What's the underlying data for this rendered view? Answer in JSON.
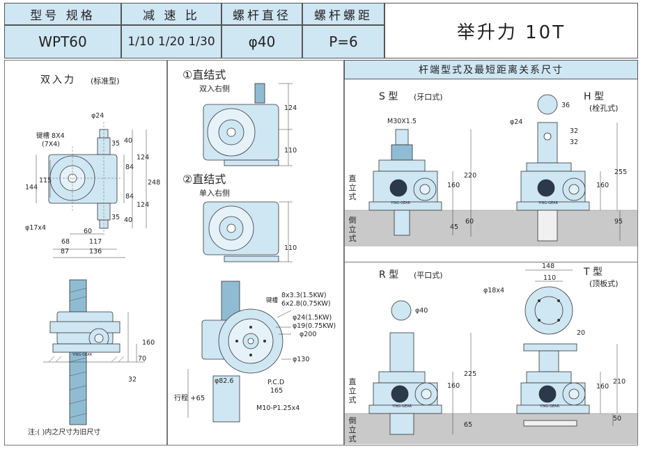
{
  "header": {
    "model_label": "型号 规格",
    "ratio_label": "减 速 比",
    "dia_label": "螺杆直径",
    "pitch_label": "螺杆螺距",
    "model_value": "WPT60",
    "ratio_value": "1/10 1/20 1/30",
    "dia_value": "φ40",
    "pitch_value": "P=6",
    "lift_title": "举升力 10T"
  },
  "left": {
    "title": "双入力",
    "title_sub": "(标准型)",
    "keyway": "键槽 8X4",
    "keyway_old": "(7X4)",
    "dims": [
      "φ24",
      "40",
      "35",
      "124",
      "115",
      "144",
      "84",
      "248",
      "84",
      "124",
      "40",
      "35",
      "φ17x4",
      "60",
      "68",
      "117",
      "87",
      "136",
      "160",
      "70",
      "32"
    ],
    "note": "注:( )内之尺寸为旧尺寸"
  },
  "middle": {
    "type1": "①直结式",
    "type1_sub": "双入右侧",
    "type2": "②直结式",
    "type2_sub": "单入右侧",
    "dims": [
      "124",
      "110",
      "110"
    ],
    "motor": {
      "keyway_label": "键槽",
      "keyway1": "8x3.3(1.5KW)",
      "keyway2": "6x2.8(0.75KW)",
      "shaft1": "φ24(1.5KW)",
      "shaft2": "φ19(0.75KW)",
      "d200": "φ200",
      "d130": "φ130",
      "d82": "φ82.6",
      "pcd": "P.C.D",
      "pcd_val": "165",
      "bolt": "M10-P1.25x4",
      "stroke": "行程 +65"
    }
  },
  "right": {
    "banner": "杆端型式及最短距离关系尺寸",
    "s_type": "S 型",
    "s_sub": "(牙口式)",
    "s_thread": "M30X1.5",
    "s_dims": [
      "220",
      "160",
      "45",
      "60"
    ],
    "h_type": "H 型",
    "h_sub": "(栓孔式)",
    "h_dims": [
      "36",
      "φ24",
      "32",
      "32",
      "255",
      "160",
      "95"
    ],
    "r_type": "R 型",
    "r_sub": "(平口式)",
    "r_dims": [
      "φ40",
      "225",
      "160",
      "65"
    ],
    "t_type": "T 型",
    "t_sub": "(顶板式)",
    "t_dims": [
      "148",
      "110",
      "φ18x4",
      "20",
      "210",
      "160",
      "50"
    ],
    "upright": "直立式",
    "inverted": "倒立式",
    "brand": "YING-GEAR"
  }
}
